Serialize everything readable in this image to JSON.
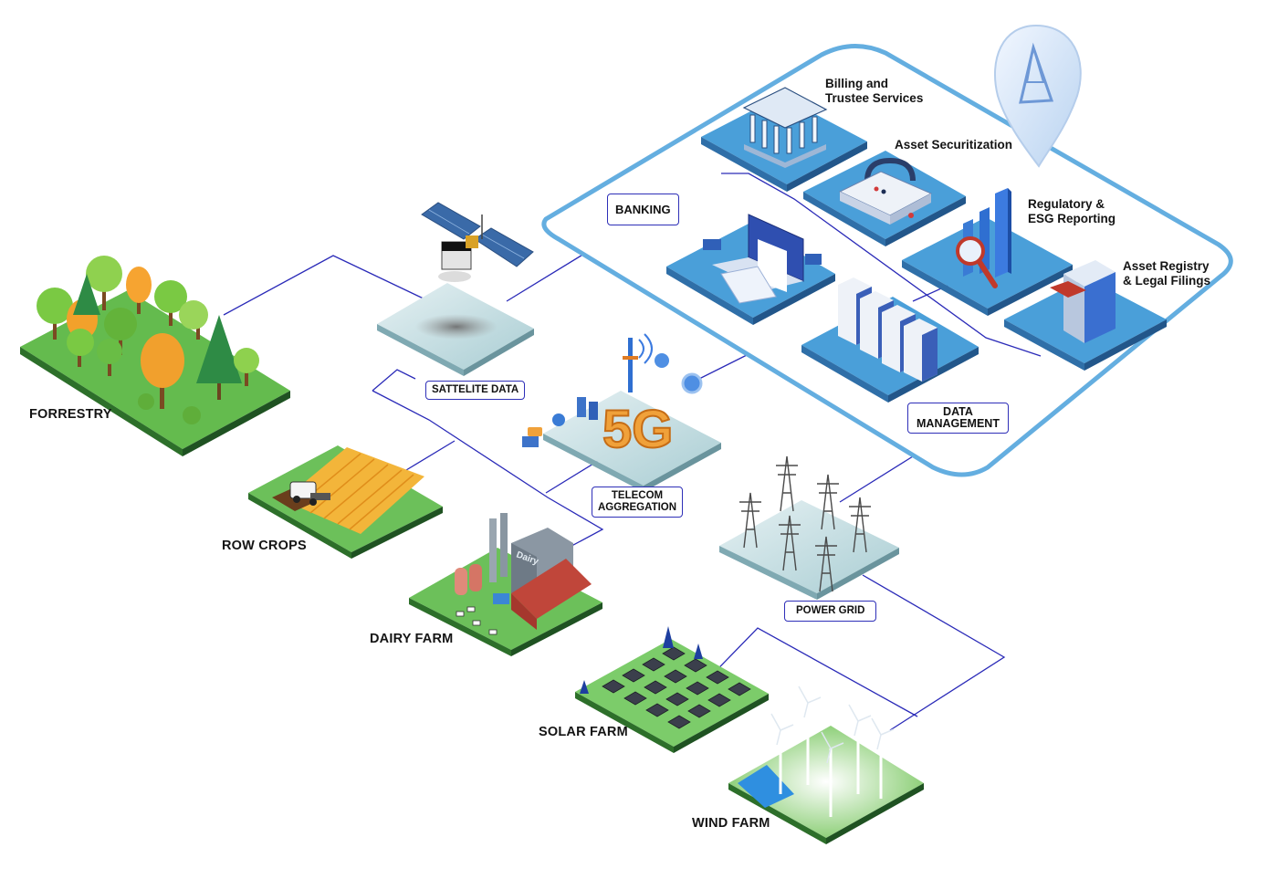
{
  "labels": {
    "forestry": "FORRESTRY",
    "row_crops": "ROW CROPS",
    "dairy_farm": "DAIRY FARM",
    "solar_farm": "SOLAR FARM",
    "wind_farm": "WIND FARM"
  },
  "tags": {
    "satellite": "SATTELITE DATA",
    "telecom_line1": "TELECOM",
    "telecom_line2": "AGGREGATION",
    "banking": "BANKING",
    "data_mgmt_line1": "DATA",
    "data_mgmt_line2": "MANAGEMENT",
    "power_grid": "POWER GRID"
  },
  "services": {
    "billing_line1": "Billing and",
    "billing_line2": "Trustee Services",
    "securitization": "Asset Securitization",
    "regulatory_line1": "Regulatory &",
    "regulatory_line2": "ESG Reporting",
    "registry_line1": "Asset Registry",
    "registry_line2": "& Legal Filings"
  },
  "icon_text": {
    "five_g": "5G",
    "dairy_sign": "Dairy"
  },
  "colors": {
    "connector": "#2a2ab8",
    "platform_outline": "#64aee0",
    "tile_blue": "#4a9fd9",
    "tile_side": "#2f6fa8",
    "grass": "#5cb85c",
    "grass_side": "#2e6b2e",
    "grey_tile": "#c5dfe2"
  }
}
